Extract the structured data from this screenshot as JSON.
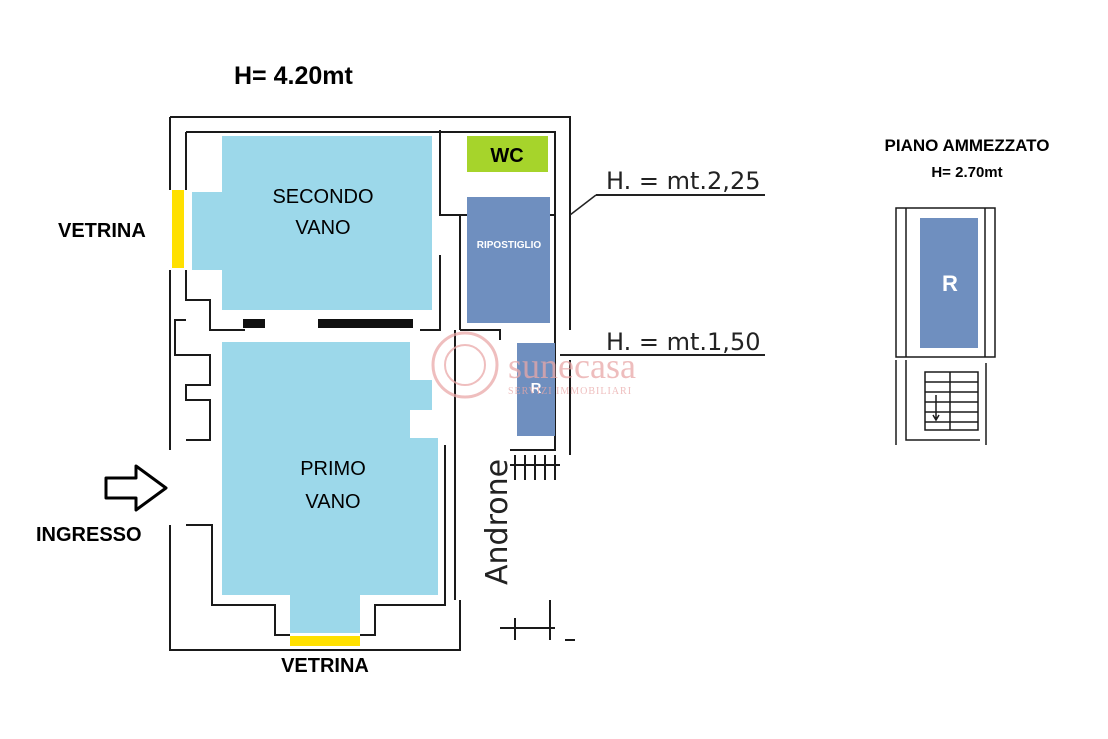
{
  "header": {
    "height_main": "H= 4.20mt"
  },
  "rooms": {
    "secondo_vano_line1": "SECONDO",
    "secondo_vano_line2": "VANO",
    "primo_vano_line1": "PRIMO",
    "primo_vano_line2": "VANO",
    "wc": "WC",
    "ripostiglio": "RIPOSTIGLIO",
    "r_small": "R",
    "androne": "Androne"
  },
  "labels": {
    "vetrina_side": "VETRINA",
    "vetrina_bottom": "VETRINA",
    "ingresso": "INGRESSO"
  },
  "heights": {
    "h_225": "H. = mt.2,25",
    "h_150": "H. = mt.1,50"
  },
  "mezzanine": {
    "title": "PIANO AMMEZZATO",
    "height": "H= 2.70mt",
    "room": "R"
  },
  "watermark": {
    "brand": "sunecasa",
    "tagline": "SERVIZI IMMOBILIARI"
  },
  "colors": {
    "room_fill": "#9cd8ea",
    "storage_fill": "#6f8fbf",
    "wc_fill": "#a6d42b",
    "window_fill": "#ffe000",
    "wall": "#1a1a1a",
    "watermark": "#e9a8a8"
  }
}
